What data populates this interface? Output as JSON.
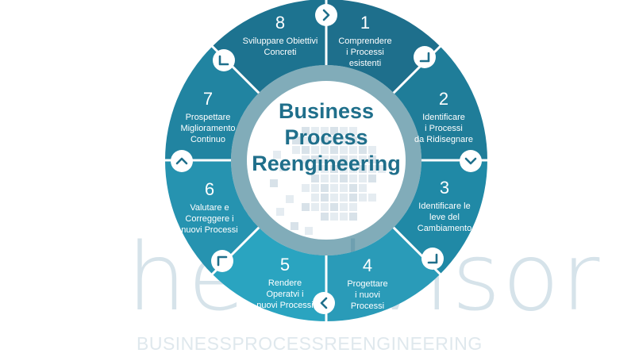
{
  "title": {
    "lines": [
      "Business",
      "Process",
      "Reengineering"
    ]
  },
  "steps": [
    {
      "number": "1",
      "lines": [
        "Comprendere",
        "i Processi",
        "esistenti"
      ]
    },
    {
      "number": "2",
      "lines": [
        "Identificare",
        "i Processi",
        "da Ridisegnare"
      ]
    },
    {
      "number": "3",
      "lines": [
        "Identificare le",
        "leve del",
        "Cambiamento"
      ]
    },
    {
      "number": "4",
      "lines": [
        "Progettare",
        "i nuovi",
        "Processi"
      ]
    },
    {
      "number": "5",
      "lines": [
        "Rendere",
        "Operatvi i",
        "nuovi Processi"
      ]
    },
    {
      "number": "6",
      "lines": [
        "Valutare e",
        "Correggere i",
        "nuovi Processi"
      ]
    },
    {
      "number": "7",
      "lines": [
        "Prospettare",
        "Miglioramento",
        "Continuo"
      ]
    },
    {
      "number": "8",
      "lines": [
        "Sviluppare Obiettivi",
        "Concreti"
      ]
    }
  ],
  "watermark": {
    "wordmark": "headvisor",
    "tagline": "BUSINESSPROCESSREENGINEERING"
  },
  "colors": {
    "segments": [
      "#1e6f8c",
      "#1f7d99",
      "#2089a6",
      "#2a9bb8",
      "#2aa4c0",
      "#2693b0",
      "#2184a1",
      "#1d7390"
    ],
    "ring_inner": "#1a6780",
    "center_text": "#1f6f8b",
    "arrows": "#1f6f8b"
  },
  "arrow_icons": [
    "chevron-right-icon",
    "corner-arrow-icon",
    "chevron-down-icon",
    "corner-arrow-icon",
    "chevron-left-icon",
    "corner-arrow-icon",
    "chevron-up-icon",
    "corner-arrow-icon"
  ]
}
